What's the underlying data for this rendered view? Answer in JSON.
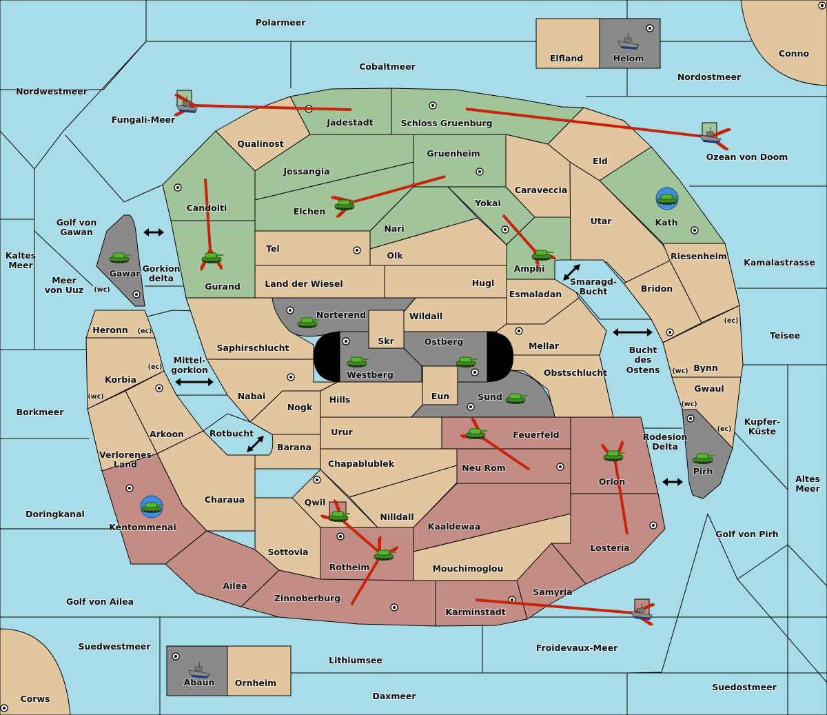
{
  "map": {
    "title": "Diplomacy variant map",
    "colors": {
      "sea": "#a8dce8",
      "neutral": "#e2c69f",
      "green_power": "#a2c49a",
      "red_power": "#c38d85",
      "gray_power": "#8a8a8a",
      "order_arrow": "#c8240c",
      "dislodged_ring": "#3c8ee0"
    },
    "seas": [
      {
        "name": "Polarmeer"
      },
      {
        "name": "Cobaltmeer"
      },
      {
        "name": "Nordwestmeer"
      },
      {
        "name": "Fungali-Meer"
      },
      {
        "name": "Nordostmeer"
      },
      {
        "name": "Ozean von Doom"
      },
      {
        "name": "Golf von Gawan"
      },
      {
        "name": "Kaltes Meer"
      },
      {
        "name": "Meer von Uuz"
      },
      {
        "name": "Gorkion delta"
      },
      {
        "name": "Mittel-gorkion"
      },
      {
        "name": "Rotbucht"
      },
      {
        "name": "Borkmeer"
      },
      {
        "name": "Doringkanal"
      },
      {
        "name": "Golf von Ailea"
      },
      {
        "name": "Suedwestmeer"
      },
      {
        "name": "Lithiumsee"
      },
      {
        "name": "Daxmeer"
      },
      {
        "name": "Froidevaux-Meer"
      },
      {
        "name": "Suedostmeer"
      },
      {
        "name": "Golf von Pirh"
      },
      {
        "name": "Altes Meer"
      },
      {
        "name": "Kupfer-Küste"
      },
      {
        "name": "Teisee"
      },
      {
        "name": "Kamalastrasse"
      },
      {
        "name": "Smaragd-Bucht"
      },
      {
        "name": "Bucht des Ostens"
      },
      {
        "name": "Rodesion Delta"
      }
    ],
    "labels": {
      "polarmeer": "Polarmeer",
      "cobaltmeer": "Cobaltmeer",
      "nordwestmeer": "Nordwestmeer",
      "fungali": "Fungali-Meer",
      "nordostmeer": "Nordostmeer",
      "ozean": "Ozean von Doom",
      "golf_gawan_1": "Golf von",
      "golf_gawan_2": "Gawan",
      "kaltes_1": "Kaltes",
      "kaltes_2": "Meer",
      "uuz_1": "Meer",
      "uuz_2": "von Uuz",
      "gorkion_1": "Gorkion",
      "gorkion_2": "delta",
      "mittel_1": "Mittel-",
      "mittel_2": "gorkion",
      "rotbucht": "Rotbucht",
      "borkmeer": "Borkmeer",
      "doringkanal": "Doringkanal",
      "golf_ailea": "Golf von Ailea",
      "suedwestmeer": "Suedwestmeer",
      "lithiumsee": "Lithiumsee",
      "daxmeer": "Daxmeer",
      "froidevaux": "Froidevaux-Meer",
      "suedostmeer": "Suedostmeer",
      "golf_pirh": "Golf von Pirh",
      "altes_1": "Altes",
      "altes_2": "Meer",
      "kupfer_1": "Kupfer-",
      "kupfer_2": "Küste",
      "teisee": "Teisee",
      "kamalastrasse": "Kamalastrasse",
      "smaragd_1": "Smaragd-",
      "smaragd_2": "Bucht",
      "bucht_1": "Bucht",
      "bucht_2": "des",
      "bucht_3": "Ostens",
      "rodesion_1": "Rodesion",
      "rodesion_2": "Delta",
      "elfland": "Elfland",
      "helom": "Helom",
      "conno": "Conno",
      "corws": "Corws",
      "abaun": "Abaun",
      "ornheim": "Ornheim",
      "jadestadt": "Jadestadt",
      "schloss": "Schloss Gruenburg",
      "qualinost": "Qualinost",
      "jossangia": "Jossangia",
      "gruenheim": "Gruenheim",
      "eld": "Eld",
      "candolti": "Candolti",
      "elchen": "Elchen",
      "caraveccia": "Caraveccia",
      "yokai": "Yokai",
      "kath": "Kath",
      "nari": "Nari",
      "utar": "Utar",
      "gurand": "Gurand",
      "tel": "Tel",
      "olk": "Olk",
      "amphi": "Amphi",
      "riesenheim": "Riesenheim",
      "gawar": "Gawar",
      "land_wiesel": "Land der Wiesel",
      "hugl": "Hugl",
      "bridon": "Bridon",
      "esmaladan": "Esmaladan",
      "norterend": "Norterend",
      "wildall": "Wildall",
      "heronn": "Heronn",
      "skr": "Skr",
      "saphirschlucht": "Saphirschlucht",
      "ostberg": "Ostberg",
      "mellar": "Mellar",
      "westberg": "Westberg",
      "bynn": "Bynn",
      "korbia": "Korbia",
      "obstschlucht": "Obstschlucht",
      "nabai": "Nabai",
      "hills": "Hills",
      "eun": "Eun",
      "sund": "Sund",
      "gwaul": "Gwaul",
      "nogk": "Nogk",
      "arkoon": "Arkoon",
      "urur": "Urur",
      "feuerfeld": "Feuerfeld",
      "barana": "Barana",
      "verlorenes_1": "Verlorenes",
      "verlorenes_2": "Land",
      "chapablublek": "Chapablublek",
      "neu_rom": "Neu Rom",
      "orlon": "Orlon",
      "pirh": "Pirh",
      "charaua": "Charaua",
      "qwil": "Qwil",
      "nilldall": "Nilldall",
      "kentommenai": "Kentommenai",
      "kaaldewaa": "Kaaldewaa",
      "losteria": "Losteria",
      "sottovia": "Sottovia",
      "rotheim": "Rotheim",
      "mouchimoglou": "Mouchimoglou",
      "ailea": "Ailea",
      "samyria": "Samyria",
      "zinnoberburg": "Zinnoberburg",
      "karminstadt": "Karminstadt"
    },
    "coasts": {
      "wc": "(wc)",
      "ec": "(ec)"
    },
    "units": [
      {
        "type": "fleet",
        "province": "Helom",
        "owner": "gray"
      },
      {
        "type": "fleet",
        "province": "Abaun",
        "owner": "gray"
      },
      {
        "type": "fleet",
        "province": "Fungali-Meer",
        "owner": "green",
        "retreat": true
      },
      {
        "type": "fleet",
        "province": "Ozean von Doom",
        "owner": "green",
        "retreat": true
      },
      {
        "type": "fleet",
        "province": "Froidevaux-Meer",
        "owner": "red",
        "retreat": true
      },
      {
        "type": "army",
        "province": "Elchen",
        "owner": "green"
      },
      {
        "type": "army",
        "province": "Gurand",
        "owner": "green"
      },
      {
        "type": "army",
        "province": "Amphi",
        "owner": "green"
      },
      {
        "type": "army",
        "province": "Kath",
        "owner": "green",
        "dislodged": true
      },
      {
        "type": "army",
        "province": "Gawar",
        "owner": "gray"
      },
      {
        "type": "army",
        "province": "Norterend",
        "owner": "gray"
      },
      {
        "type": "army",
        "province": "Westberg",
        "owner": "gray"
      },
      {
        "type": "army",
        "province": "Ostberg",
        "owner": "gray"
      },
      {
        "type": "army",
        "province": "Sund",
        "owner": "gray"
      },
      {
        "type": "army",
        "province": "Pirh",
        "owner": "gray"
      },
      {
        "type": "army",
        "province": "Feuerfeld",
        "owner": "red"
      },
      {
        "type": "army",
        "province": "Orlon",
        "owner": "red"
      },
      {
        "type": "army",
        "province": "Rotheim",
        "owner": "red"
      },
      {
        "type": "army",
        "province": "Qwil",
        "owner": "red",
        "retreat": true
      },
      {
        "type": "army",
        "province": "Kentommenai",
        "owner": "red",
        "dislodged": true
      }
    ],
    "orders": [
      {
        "from": "Jadestadt",
        "to": "Fungali-Meer"
      },
      {
        "from": "Schloss Gruenburg",
        "to": "Ozean von Doom"
      },
      {
        "from": "Gruenheim",
        "to": "Elchen"
      },
      {
        "from": "Candolti",
        "to": "Gurand"
      },
      {
        "from": "Yokai",
        "to": "Amphi"
      },
      {
        "from": "Neu Rom",
        "to": "Feuerfeld"
      },
      {
        "from": "Losteria",
        "to": "Orlon"
      },
      {
        "from": "Zinnoberburg",
        "to": "Rotheim"
      },
      {
        "from": "Rotheim",
        "to": "Qwil"
      },
      {
        "from": "Karminstadt",
        "to": "Froidevaux-Meer"
      }
    ]
  }
}
